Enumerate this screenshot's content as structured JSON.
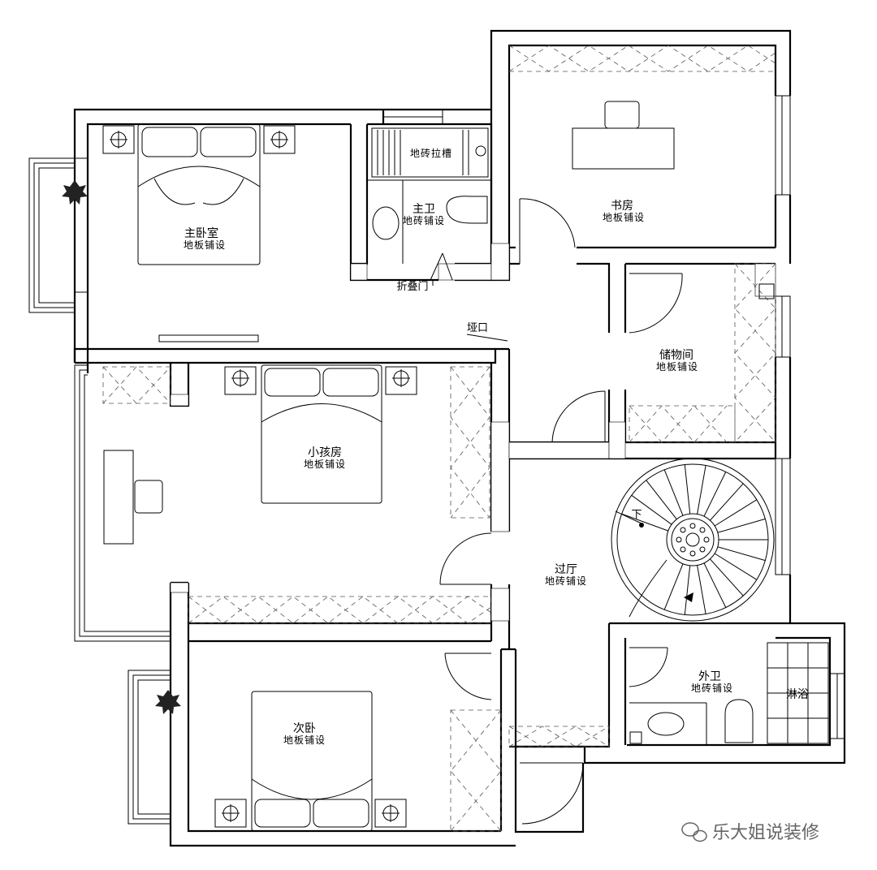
{
  "rooms": {
    "master_bedroom": {
      "name": "主卧室",
      "floor": "地板铺设"
    },
    "master_bath": {
      "name": "主卫",
      "floor": "地砖铺设"
    },
    "study": {
      "name": "书房",
      "floor": "地板铺设"
    },
    "storage": {
      "name": "储物间",
      "floor": "地板铺设"
    },
    "kids_room": {
      "name": "小孩房",
      "floor": "地板铺设"
    },
    "hall": {
      "name": "过厅",
      "floor": "地砖铺设"
    },
    "guest_bath": {
      "name": "外卫",
      "floor": "地砖铺设"
    },
    "second_bedroom": {
      "name": "次卧",
      "floor": "地板铺设"
    }
  },
  "annotations": {
    "tile_groove": "地砖拉槽",
    "folding_door": "折叠门",
    "opening": "垭口",
    "stairs_down": "下",
    "shower": "淋浴"
  },
  "watermark": {
    "text": "乐大姐说装修"
  }
}
